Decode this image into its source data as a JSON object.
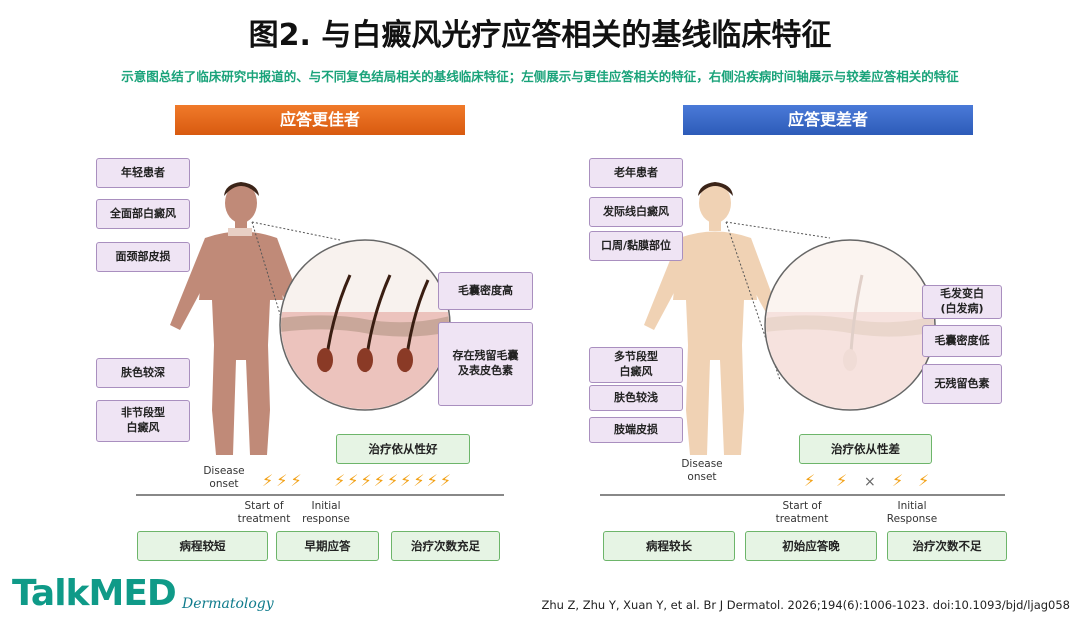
{
  "title": "图2. 与白癜风光疗应答相关的基线临床特征",
  "subtitle": "示意图总结了临床研究中报道的、与不同复色结局相关的基线临床特征；左侧展示与更佳应答相关的特征，右侧沿疾病时间轴展示与较差应答相关的特征",
  "left": {
    "banner": "应答更佳者",
    "features_left": [
      "年轻患者",
      "全面部白癜风",
      "面颈部皮损",
      "肤色较深",
      "非节段型\n白癜风"
    ],
    "features_right": [
      "毛囊密度高",
      "存在残留毛囊\n及表皮色素"
    ],
    "adherence": "治疗依从性好",
    "timeline": {
      "disease_onset": "Disease\nonset",
      "start_treatment": "Start of\ntreatment",
      "initial_response": "Initial\nresponse"
    },
    "outcomes": [
      "病程较短",
      "早期应答",
      "治疗次数充足"
    ]
  },
  "right": {
    "banner": "应答更差者",
    "features_left": [
      "老年患者",
      "发际线白癜风",
      "口周/黏膜部位",
      "多节段型\n白癜风",
      "肤色较浅",
      "肢端皮损"
    ],
    "features_right": [
      "毛发变白\n(白发病)",
      "毛囊密度低",
      "无残留色素"
    ],
    "adherence": "治疗依从性差",
    "timeline": {
      "disease_onset": "Disease\nonset",
      "start_treatment": "Start of\ntreatment",
      "initial_response": "Initial\nResponse"
    },
    "outcomes": [
      "病程较长",
      "初始应答晚",
      "治疗次数不足"
    ]
  },
  "footer": {
    "logo": "TalkMED",
    "logo_sub": "Dermatology",
    "citation": "Zhu Z, Zhu Y, Xuan Y, et al. Br J Dermatol. 2026;194(6):1006-1023. doi:10.1093/bjd/ljag058"
  },
  "colors": {
    "title": "#111111",
    "subtitle": "#1aa37a",
    "banner_left": "#e8691a",
    "banner_right": "#3a6cc8",
    "feature_box_fill": "#efe4f4",
    "feature_box_border": "#a98fbf",
    "outcome_box_fill": "#e6f4e4",
    "outcome_box_border": "#6db56a",
    "skin_dark": "#c08a78",
    "skin_light": "#f0d2b4",
    "lightning": "#f2a116",
    "logo": "#0f9a88"
  }
}
